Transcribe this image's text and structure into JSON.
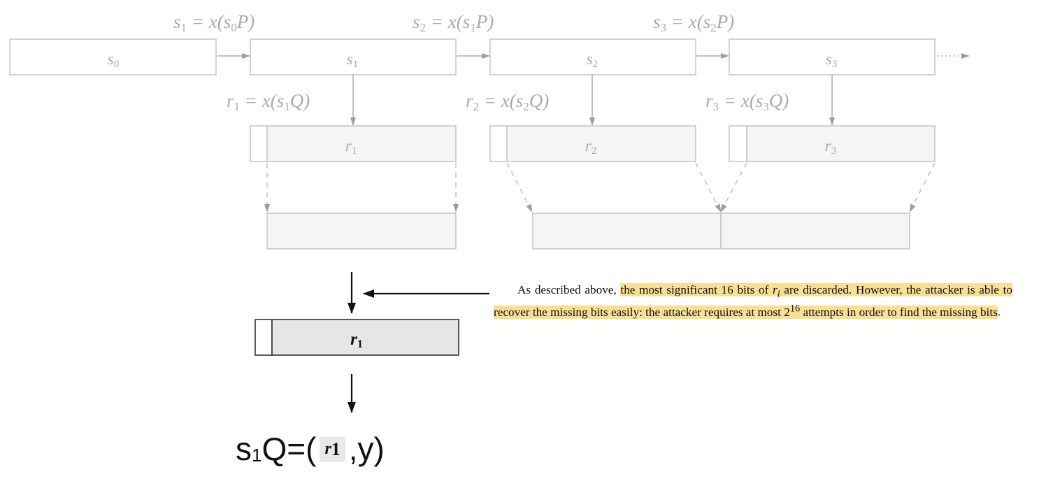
{
  "states": [
    "s0",
    "s1",
    "s2",
    "s3"
  ],
  "state_labels": {
    "s0": "s",
    "sub0": "0",
    "s1": "s",
    "sub1": "1",
    "s2": "s",
    "sub2": "2",
    "s3": "s",
    "sub3": "3"
  },
  "transitions": [
    {
      "lhs": "s",
      "lhs_sub": "1",
      "mid": " = x(s",
      "mid_sub": "0",
      "rhs": "P)"
    },
    {
      "lhs": "s",
      "lhs_sub": "2",
      "mid": " = x(s",
      "mid_sub": "1",
      "rhs": "P)"
    },
    {
      "lhs": "s",
      "lhs_sub": "3",
      "mid": " = x(s",
      "mid_sub": "2",
      "rhs": "P)"
    }
  ],
  "outputs": [
    {
      "lhs": "r",
      "lhs_sub": "1",
      "mid": " = x(s",
      "mid_sub": "1",
      "rhs": "Q)"
    },
    {
      "lhs": "r",
      "lhs_sub": "2",
      "mid": " = x(s",
      "mid_sub": "2",
      "rhs": "Q)"
    },
    {
      "lhs": "r",
      "lhs_sub": "3",
      "mid": " = x(s",
      "mid_sub": "3",
      "rhs": "Q)"
    }
  ],
  "output_boxes": [
    {
      "label": "r",
      "sub": "1"
    },
    {
      "label": "r",
      "sub": "2"
    },
    {
      "label": "r",
      "sub": "3"
    }
  ],
  "continuation": "···",
  "zoomed_box": {
    "label": "r",
    "sub": "1"
  },
  "paper_excerpt": {
    "plain_intro": "As described above, ",
    "highlight_1": "the most significant 16 bits of ",
    "var": "r",
    "var_sub": "i",
    "highlight_2": " are discarded. However, the attacker is able to recover the missing bits easily: the attacker requires at most 2",
    "sup": "16",
    "highlight_3": " attempts in order to find the missing bits",
    "end": "."
  },
  "equation": {
    "lhs": "s",
    "lhs_sub": "1",
    "mid": "Q=(",
    "chip_label": "r",
    "chip_sub": "1",
    "tail": ",y)"
  },
  "colors": {
    "faded_text": "#aaaaaa",
    "faded_stroke": "#bdbdbd",
    "highlight": "#f8df94",
    "zoom_fill": "#e6e6e6"
  }
}
